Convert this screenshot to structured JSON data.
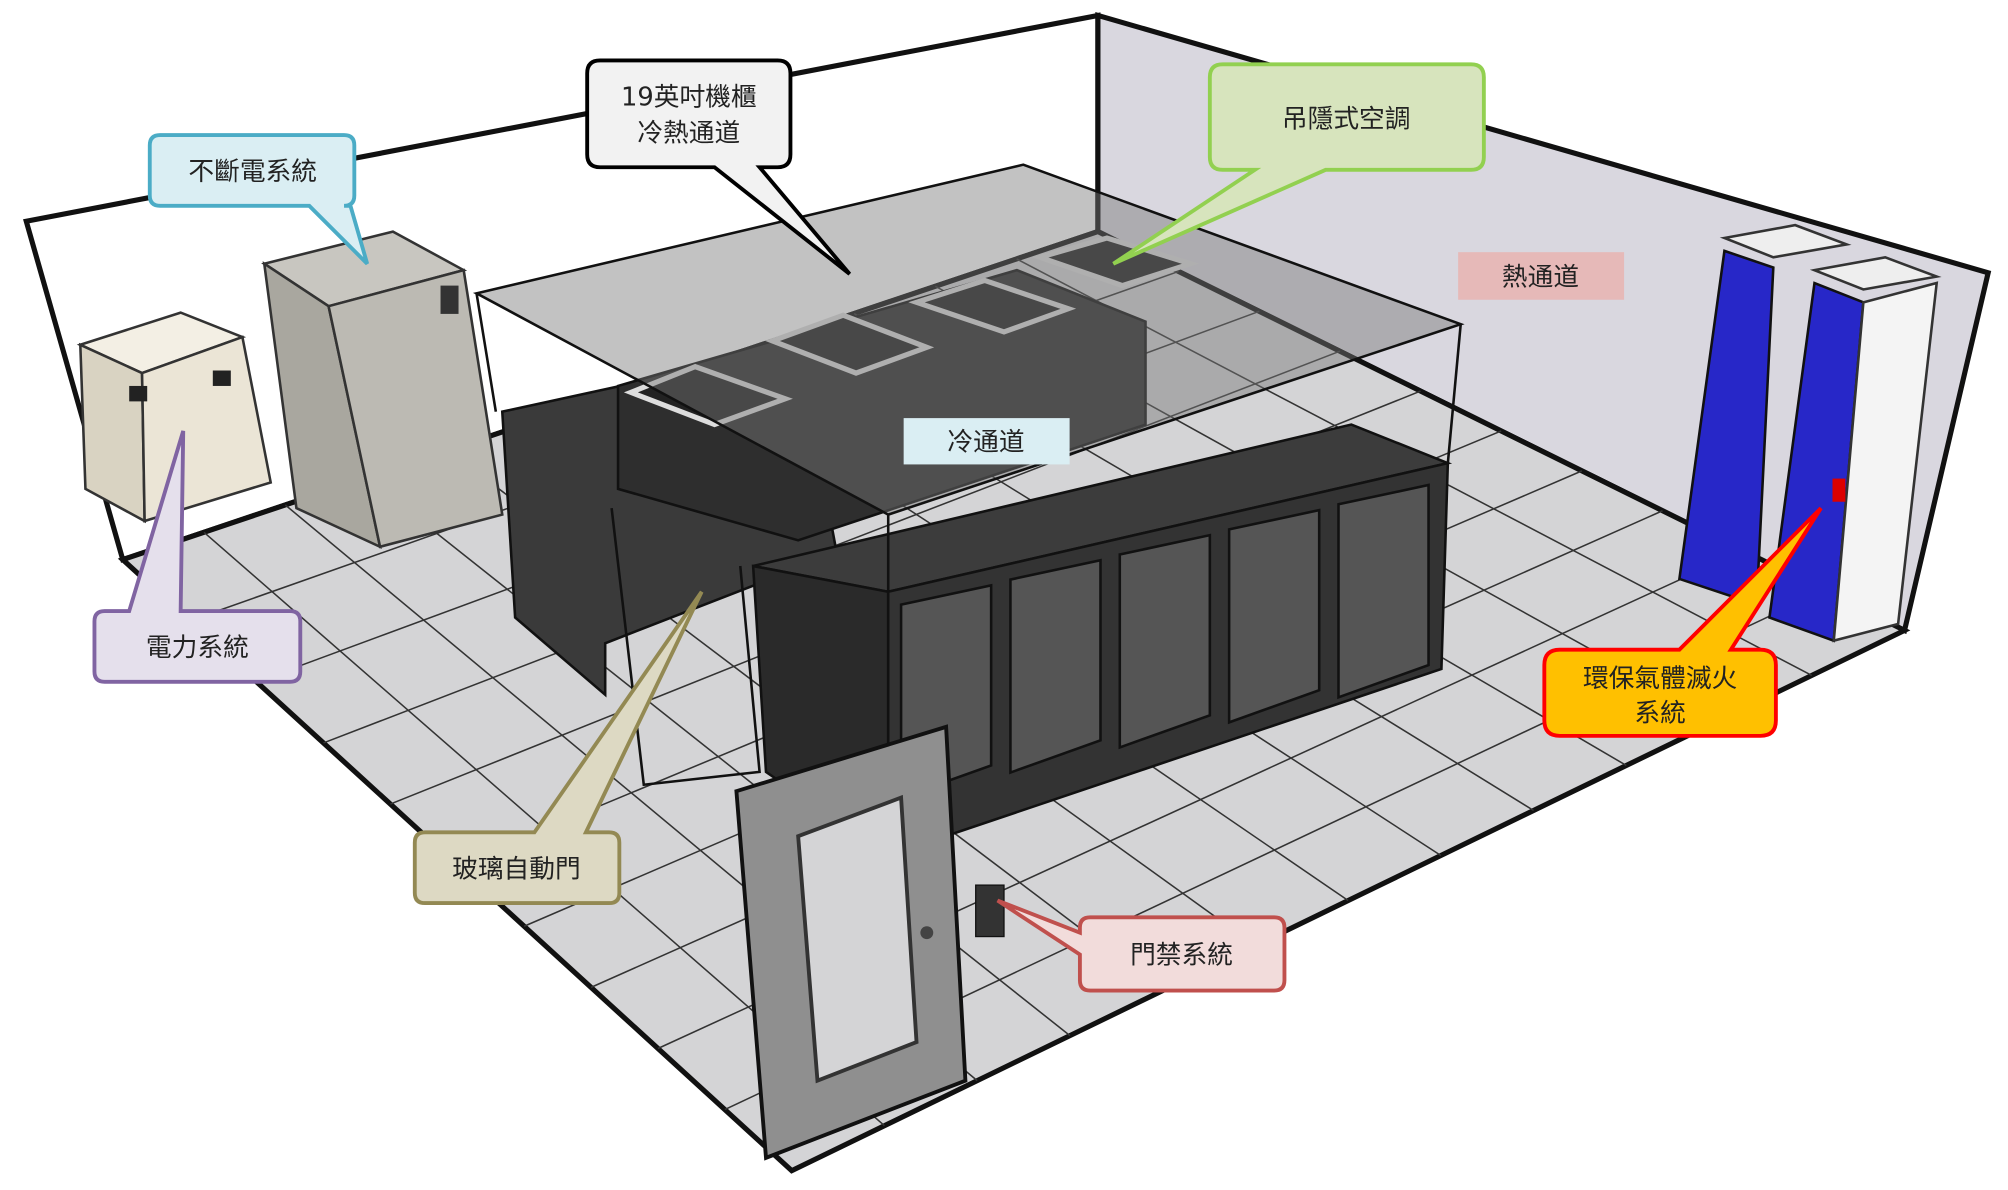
{
  "callouts": {
    "ups": "不斷電系統",
    "rack_line1": "19英吋機櫃",
    "rack_line2": "冷熱通道",
    "ac": "吊隱式空調",
    "hot_aisle": "熱通道",
    "cold_aisle": "冷通道",
    "power": "電力系統",
    "glass_door": "玻璃自動門",
    "access": "門禁系統",
    "fire_line1": "環保氣體滅火",
    "fire_line2": "系統"
  },
  "colors": {
    "ups": "#4bacc6",
    "ac": "#92d050",
    "power": "#8064a2",
    "glass_door": "#938953",
    "access": "#c0504d",
    "fire": "#ff0000",
    "fire_fill": "#ffc000"
  }
}
